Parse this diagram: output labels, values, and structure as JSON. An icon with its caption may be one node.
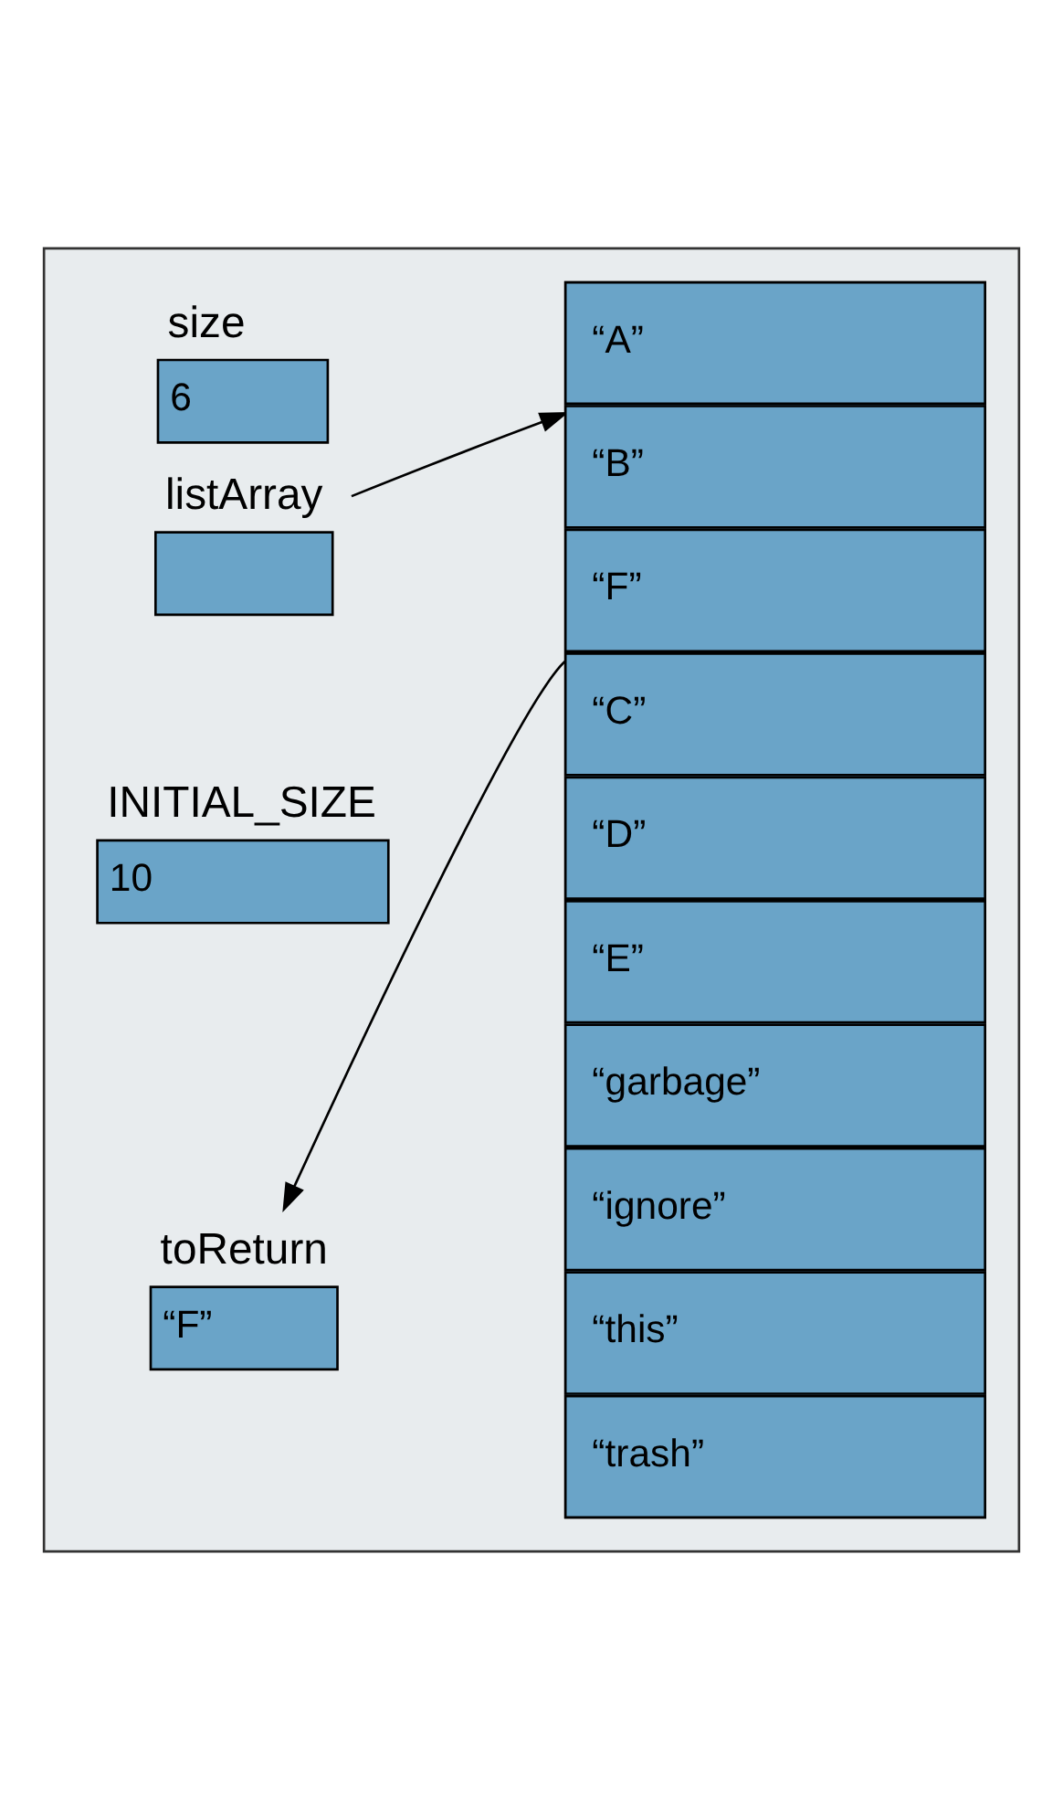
{
  "diagram": {
    "nodes": [
      {
        "text": [],
        "shape": "box"
      },
      {
        "text": [
          "size",
          "6"
        ],
        "in": 0
      },
      {
        "text": [
          "listArray"
        ],
        "in": 0
      },
      {
        "text": [],
        "shape": "box",
        "in": 0
      },
      {
        "text": [
          "“A”"
        ],
        "in": 3
      },
      {
        "text": [
          "“B”"
        ],
        "in": 3
      },
      {
        "text": [
          "“F”"
        ],
        "in": 3
      },
      {
        "text": [
          "“C”"
        ],
        "in": 3
      },
      {
        "text": [
          "“D”"
        ],
        "in": 3
      },
      {
        "text": [
          "“E”"
        ],
        "in": 3
      },
      {
        "text": [
          "“garbage”"
        ],
        "in": 3
      },
      {
        "text": [
          "“ignore”"
        ],
        "in": 3
      },
      {
        "text": [
          "“this”"
        ],
        "in": 3
      },
      {
        "text": [
          "“trash”"
        ],
        "in": 3
      },
      {
        "text": [
          "INITIAL_SIZE",
          "10"
        ],
        "in": 0
      },
      {
        "text": [
          "toReturn",
          "“F”"
        ],
        "in": 0
      }
    ],
    "edges": [
      {
        "from": 2,
        "to": 3,
        "arrow": "to"
      },
      {
        "from": 6,
        "to": 15,
        "arrow": "to"
      }
    ]
  }
}
